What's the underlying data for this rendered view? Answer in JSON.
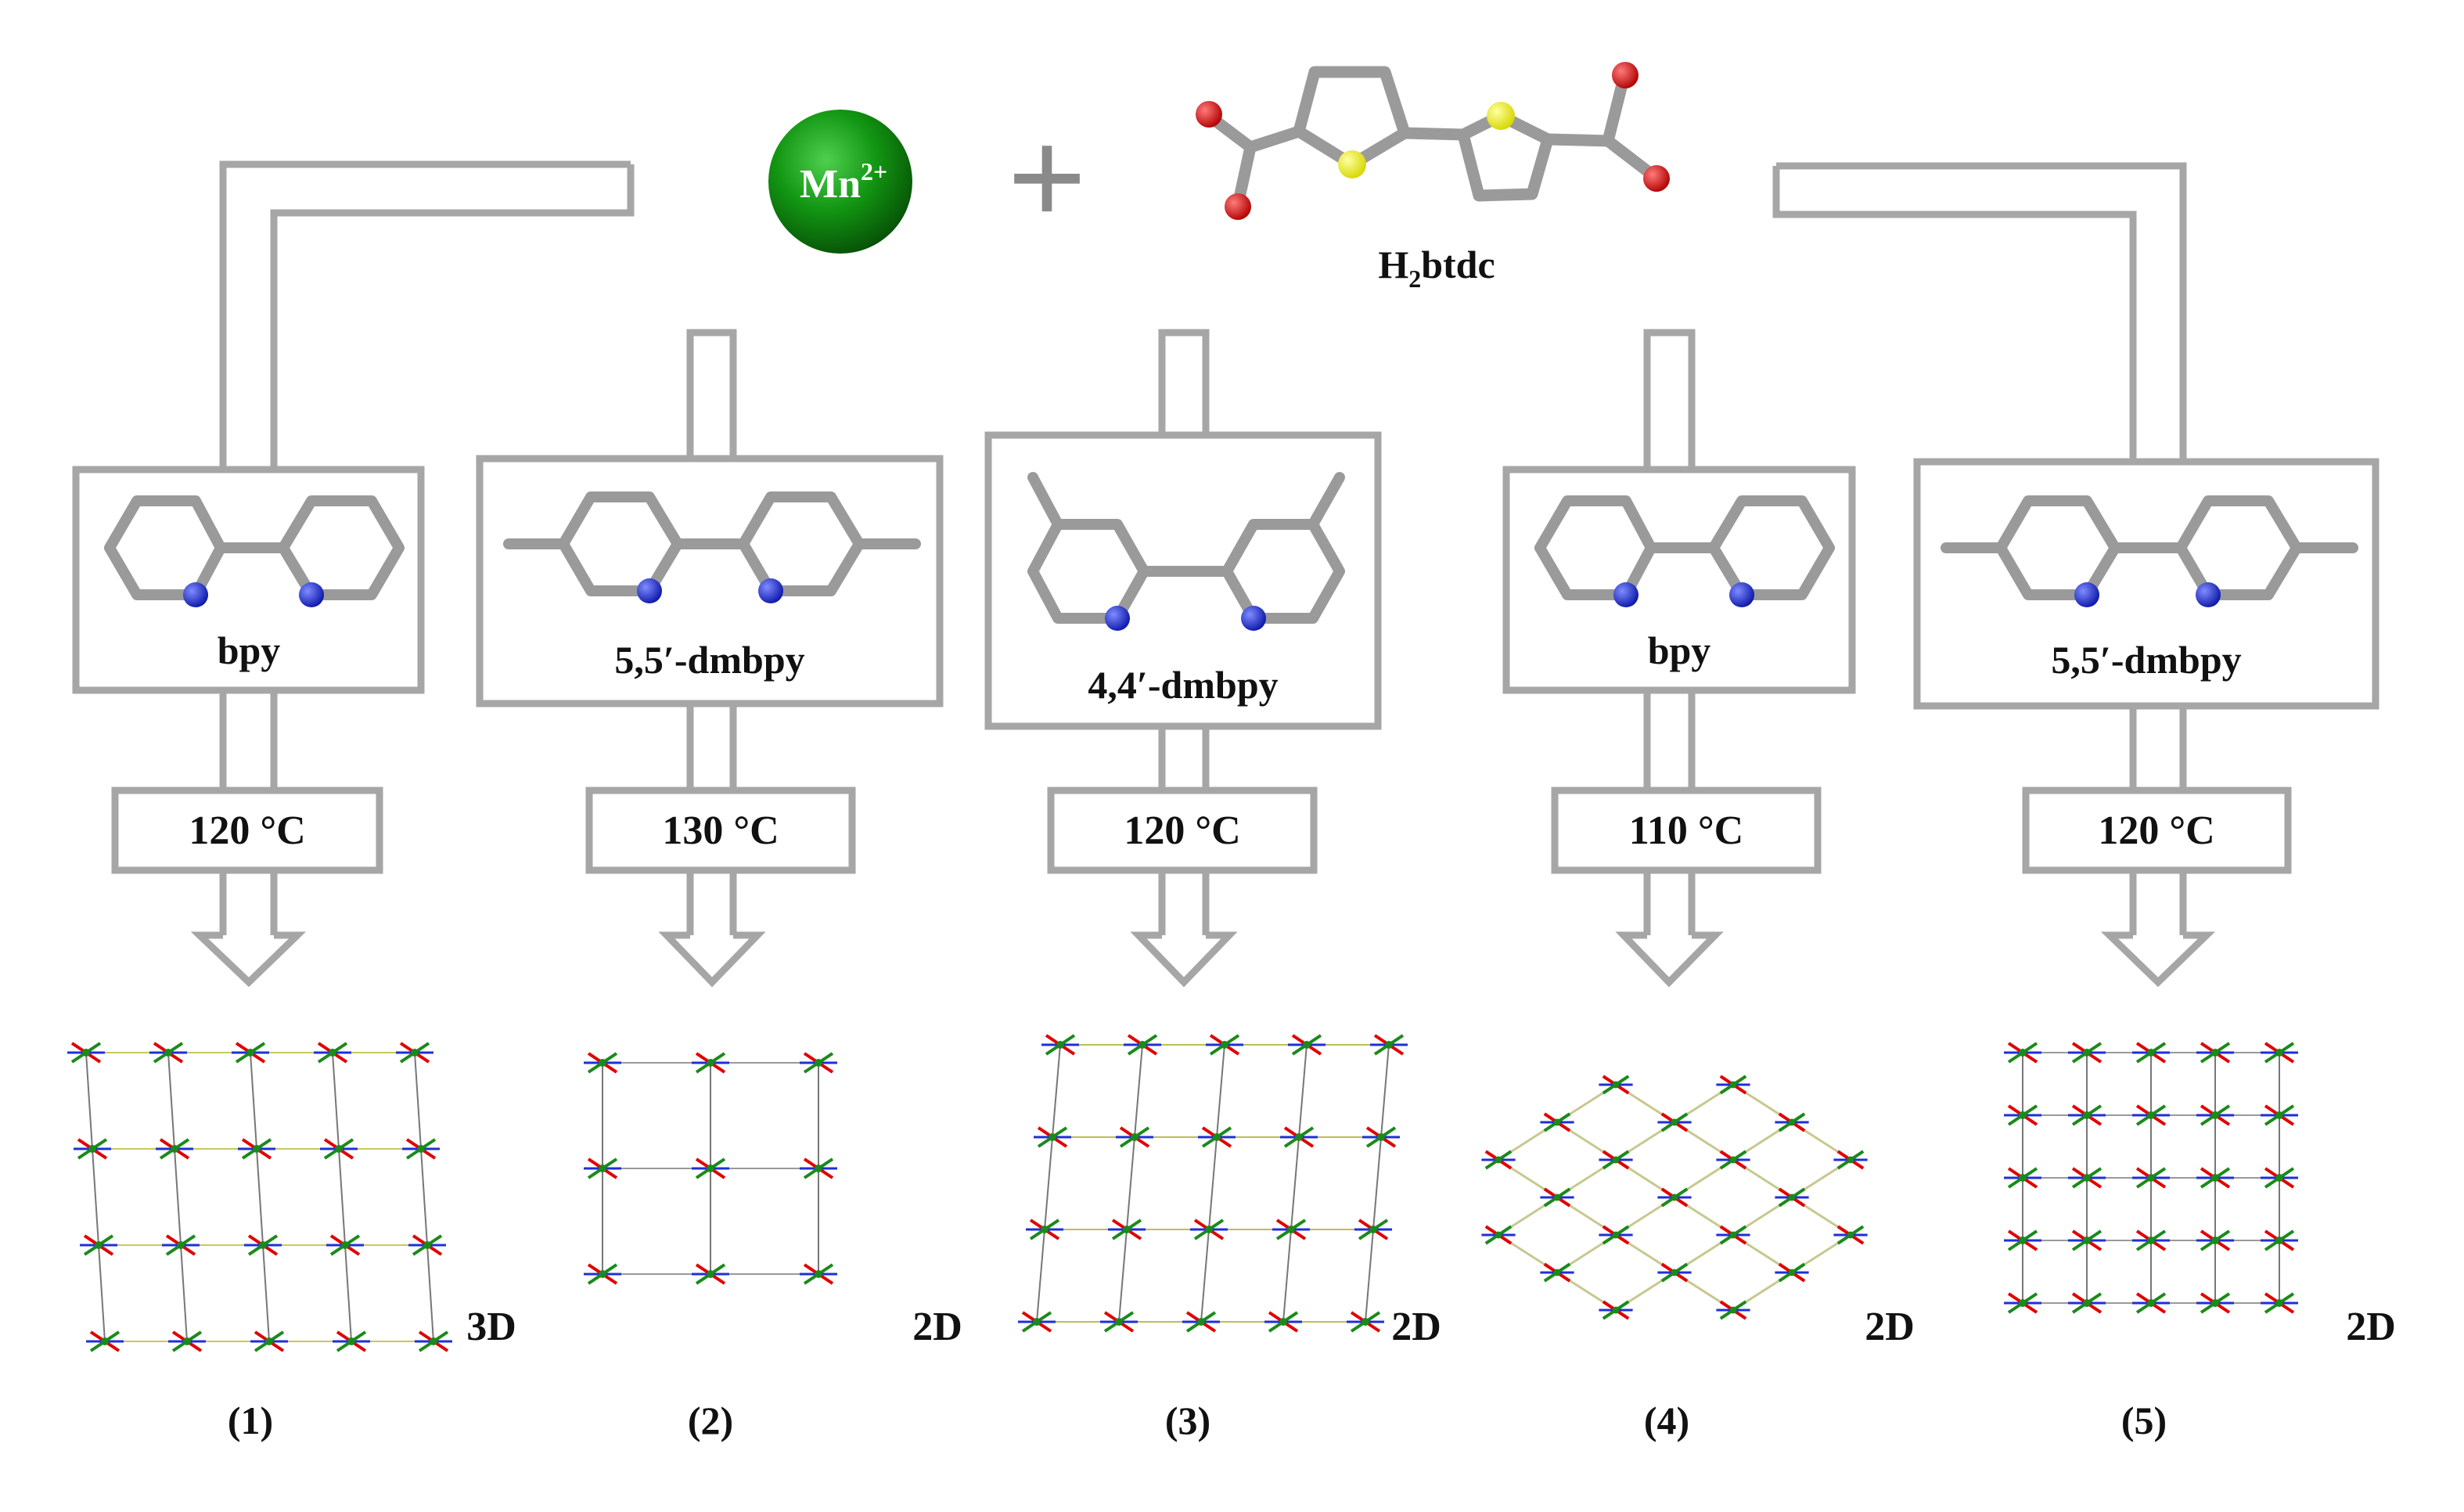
{
  "reactants": {
    "metal_label": "Mn",
    "metal_charge": "2+",
    "plus_sign": "+",
    "ligand_label_prefix": "H",
    "ligand_label_sub": "2",
    "ligand_label_suffix": "btdc"
  },
  "routes": [
    {
      "ligand": "bpy",
      "temperature": "120 °C",
      "dimensionality": "3D",
      "compound": "(1)"
    },
    {
      "ligand": "5,5′-dmbpy",
      "temperature": "130 °C",
      "dimensionality": "2D",
      "compound": "(2)"
    },
    {
      "ligand": "4,4′-dmbpy",
      "temperature": "120 °C",
      "dimensionality": "2D",
      "compound": "(3)"
    },
    {
      "ligand": "bpy",
      "temperature": "110 °C",
      "dimensionality": "2D",
      "compound": "(4)"
    },
    {
      "ligand": "5,5′-dmbpy",
      "temperature": "120 °C",
      "dimensionality": "2D",
      "compound": "(5)"
    }
  ],
  "colors": {
    "frame": "#a6a6a6",
    "bond": "#9a9a9a",
    "nitrogen": "#1f2fd6",
    "sulfur": "#f0f000",
    "oxygen": "#e00000",
    "manganese": "#1a8a1a"
  },
  "icons": [
    "metal-sphere-icon",
    "plus-icon",
    "molecule-icon",
    "arrow-icon",
    "crystal-structure-icon"
  ]
}
